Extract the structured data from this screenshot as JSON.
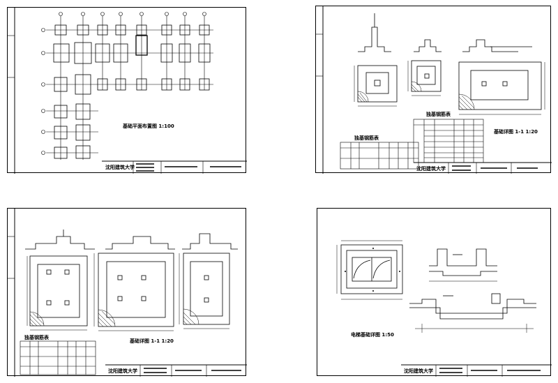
{
  "sheets": [
    {
      "id": "sheet-1",
      "caption": "基础平面布置图 1:100",
      "titleblock_school": "沈阳建筑大学"
    },
    {
      "id": "sheet-2",
      "caption": "基础详图 1-1 1:20",
      "table_title_left": "独基钢筋表",
      "table_title_right": "独基钢筋表",
      "titleblock_school": "沈阳建筑大学"
    },
    {
      "id": "sheet-3",
      "caption": "基础详图 1-1 1:20",
      "table_title": "独基钢筋表",
      "titleblock_school": "沈阳建筑大学"
    },
    {
      "id": "sheet-4",
      "caption": "电梯基础详图 1:50",
      "titleblock_school": "沈阳建筑大学"
    }
  ],
  "colors": {
    "line": "#000000",
    "paper": "#ffffff"
  }
}
